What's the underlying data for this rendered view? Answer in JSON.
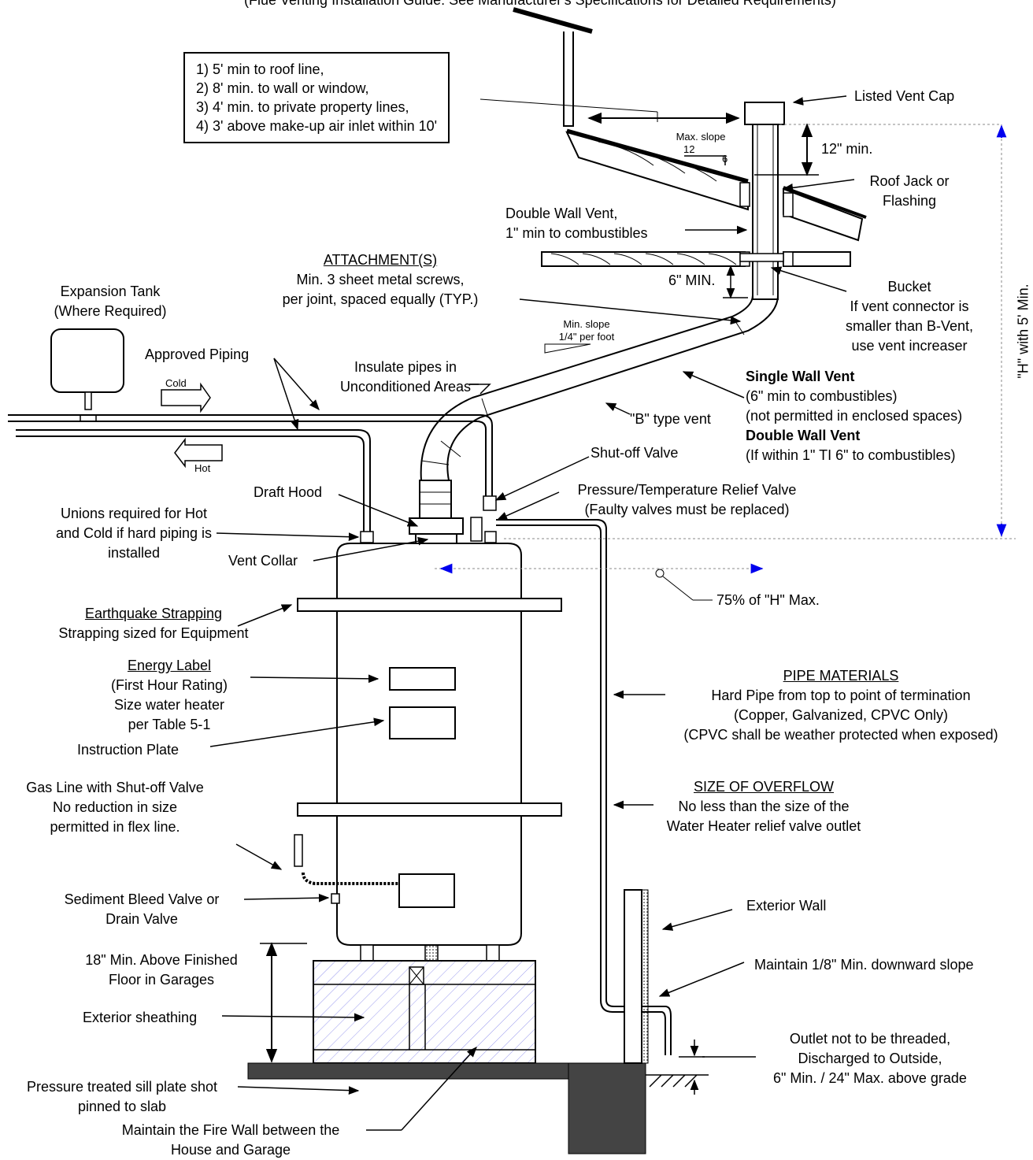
{
  "header_partial": "(Flue Venting Installation Guide: See Manufacturer's Specifications for Detailed Requirements)",
  "clearances": [
    "1) 5' min to roof line,",
    "2) 8' min. to wall or window,",
    "3) 4' min. to private property lines,",
    "4) 3' above make-up air inlet within 10'"
  ],
  "vent_cap": "Listed Vent Cap",
  "max_slope": "Max. slope",
  "max_slope_num": "12",
  "max_slope_den": "6",
  "twelve_min": "12\" min.",
  "roof_jack": [
    "Roof Jack or",
    "Flashing"
  ],
  "double_wall_top": [
    "Double Wall Vent,",
    "1\" min to combustibles"
  ],
  "attachment": {
    "title": "ATTACHMENT(S)",
    "lines": [
      "Min. 3 sheet metal screws,",
      "per joint, spaced equally (TYP.)"
    ]
  },
  "six_min": "6\" MIN.",
  "bucket": [
    "Bucket",
    "If vent connector is",
    "smaller than B-Vent,",
    "use vent increaser"
  ],
  "h_min": "\"H\" with 5' Min.",
  "expansion_tank": [
    "Expansion Tank",
    "(Where Required)"
  ],
  "approved_piping": "Approved Piping",
  "insulate": [
    "Insulate pipes in",
    "Unconditioned Areas"
  ],
  "min_slope": [
    "Min. slope",
    "1/4\" per foot"
  ],
  "cold": "Cold",
  "hot": "Hot",
  "single_wall": {
    "title": "Single Wall Vent",
    "lines": [
      "(6\" min to combustibles)",
      "(not permitted in enclosed spaces)"
    ]
  },
  "double_wall": {
    "title": "Double Wall Vent",
    "lines": [
      "(If within 1\" TI 6\" to combustibles)"
    ]
  },
  "b_type": "\"B\" type vent",
  "shutoff": "Shut-off Valve",
  "pt_relief": [
    "Pressure/Temperature Relief Valve",
    "(Faulty valves must be replaced)"
  ],
  "draft_hood": "Draft Hood",
  "unions": [
    "Unions required for Hot",
    "and Cold if hard piping is",
    "installed"
  ],
  "vent_collar": "Vent Collar",
  "seventy_five": "75% of \"H\" Max.",
  "earthquake": {
    "title": "Earthquake Strapping",
    "line": "Strapping sized for Equipment"
  },
  "energy": {
    "title": "Energy Label",
    "lines": [
      "(First Hour Rating)",
      "Size water heater",
      "per Table 5-1"
    ]
  },
  "instruction": "Instruction Plate",
  "pipe_materials": {
    "title": "PIPE MATERIALS",
    "lines": [
      "Hard Pipe from top to point of termination",
      "(Copper, Galvanized, CPVC Only)",
      "(CPVC shall be weather protected when exposed)"
    ]
  },
  "gas_line": [
    "Gas Line with Shut-off Valve",
    "No reduction in size",
    "permitted in flex line."
  ],
  "overflow": {
    "title": "SIZE OF OVERFLOW",
    "lines": [
      "No less than the size of the",
      "Water Heater relief valve outlet"
    ]
  },
  "sediment": [
    "Sediment Bleed Valve or",
    "Drain Valve"
  ],
  "exterior_wall": "Exterior Wall",
  "eighteen": [
    "18\" Min. Above Finished",
    "Floor in Garages"
  ],
  "maintain_slope": "Maintain 1/8\" Min. downward slope",
  "sheathing": "Exterior sheathing",
  "sill_plate": [
    "Pressure treated sill plate shot",
    "pinned to slab"
  ],
  "outlet": [
    "Outlet not to be threaded,",
    "Discharged to Outside,",
    "6\" Min. / 24\" Max. above grade"
  ],
  "fire_wall": [
    "Maintain the Fire Wall between the",
    "House and Garage"
  ],
  "colors": {
    "line": "#000000",
    "arrow_blue": "#0000ee",
    "hatch": "#9999ee"
  }
}
